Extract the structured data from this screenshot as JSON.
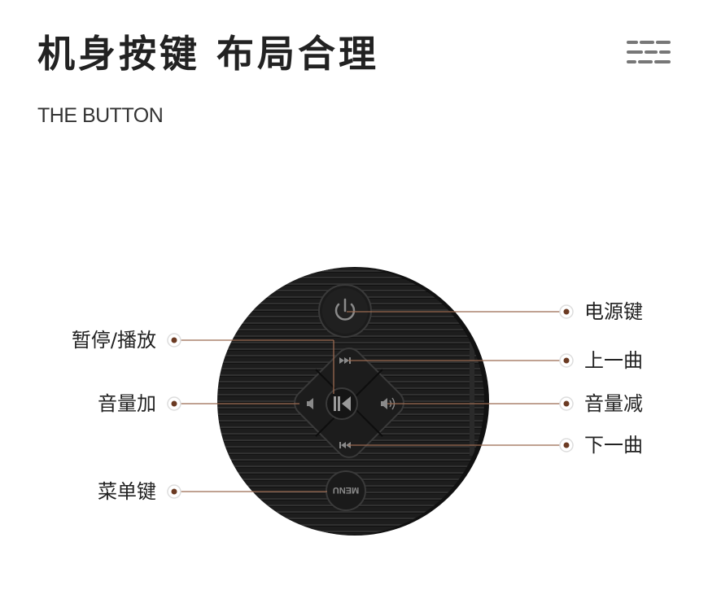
{
  "header": {
    "title": "机身按键 布局合理",
    "subtitle": "THE BUTTON"
  },
  "icons": {
    "menu": "stacked-lines-icon"
  },
  "device": {
    "menu_button_text": "MENU"
  },
  "callouts": {
    "left": {
      "play_pause": "暂停/播放",
      "volume_up": "音量加",
      "menu_key": "菜单键"
    },
    "right": {
      "power": "电源键",
      "previous": "上一曲",
      "volume_down": "音量减",
      "next": "下一曲"
    }
  },
  "colors": {
    "leader_line": "#9a6a50",
    "dot": "#6b3a22",
    "body": "#1c1c1c"
  }
}
